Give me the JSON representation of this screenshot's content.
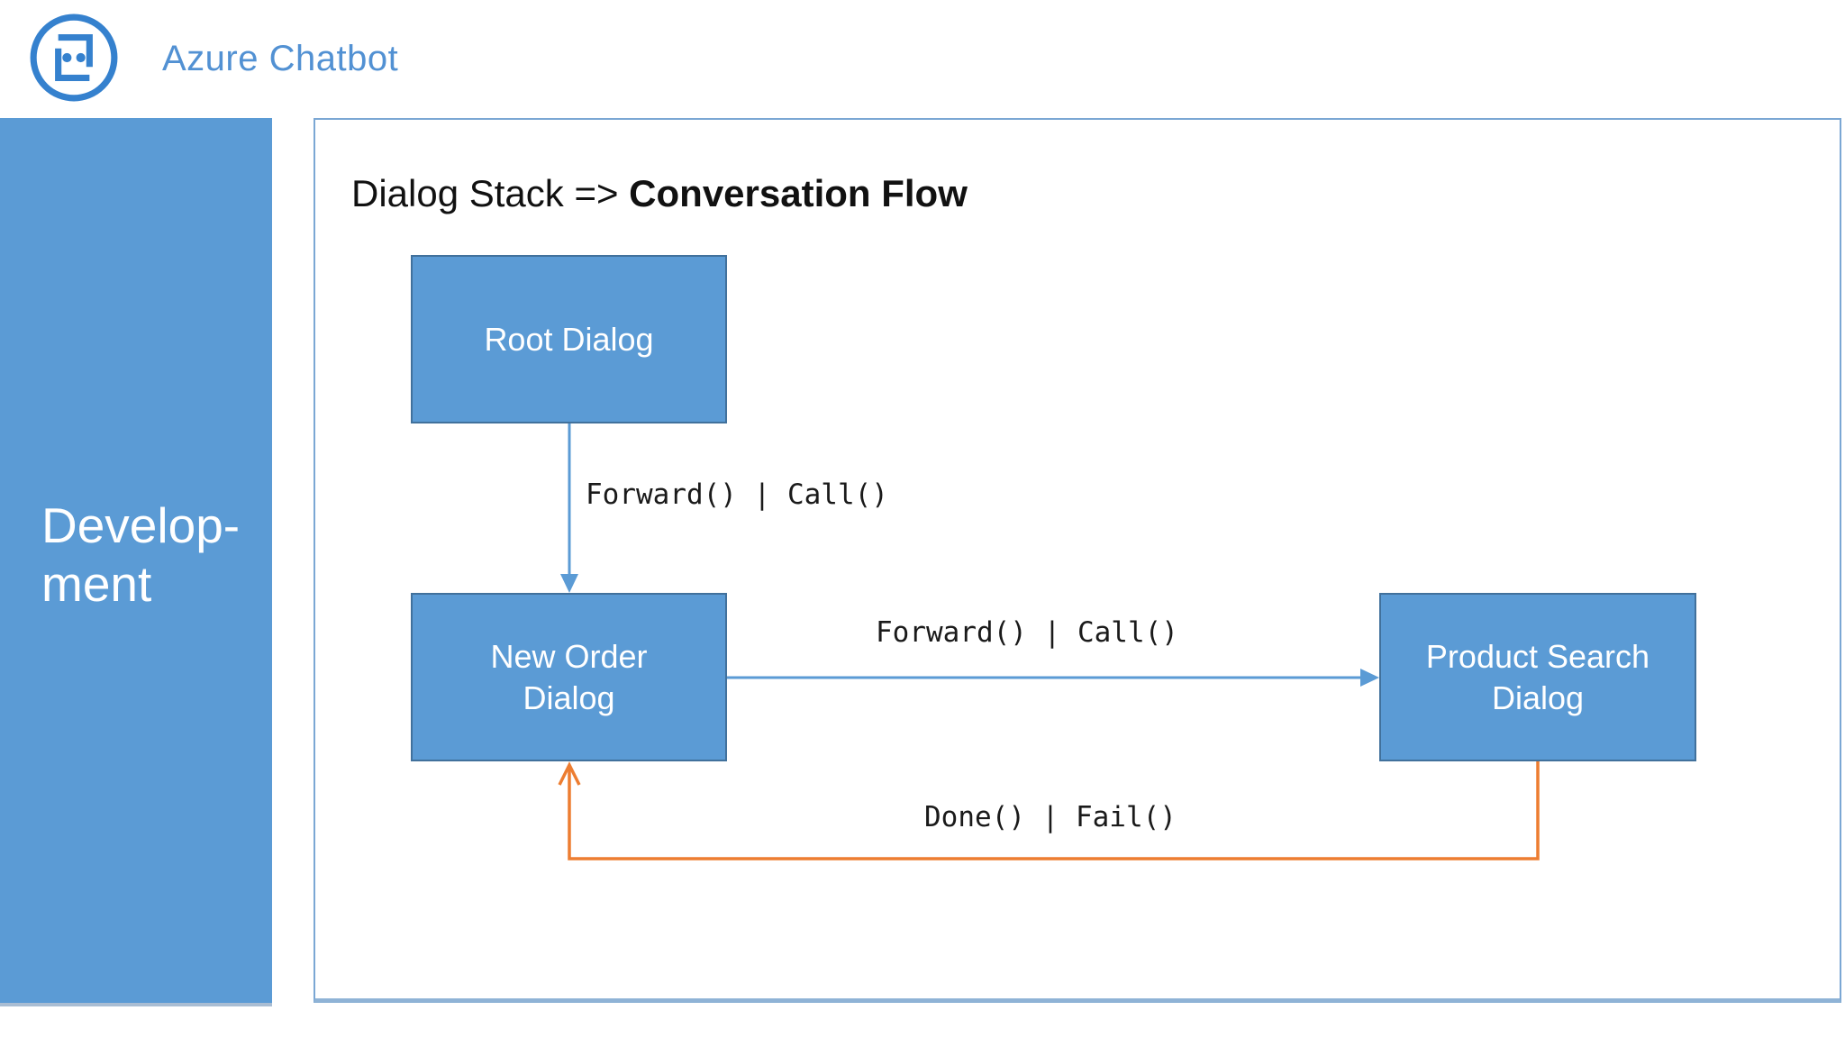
{
  "theme": {
    "accent_blue": "#5B9BD5",
    "node_border": "#41719C",
    "arrow_blue": "#5B9BD5",
    "arrow_orange": "#ED7D31",
    "brand_blue": "#5291D3",
    "logo_blue": "#3581CE",
    "panel_border": "#7BA7D4",
    "panel_bottom_border": "#8FB3D6",
    "title_color": "#111111"
  },
  "header": {
    "brand": "Azure Chatbot",
    "logo_icon": "bot-face-icon"
  },
  "sidebar": {
    "label": "Develop-ment",
    "lines": [
      "Develop-",
      "ment"
    ]
  },
  "diagram": {
    "title_prefix": "Dialog Stack => ",
    "title_emphasis": "Conversation Flow",
    "nodes": [
      {
        "id": "root",
        "label": "Root Dialog"
      },
      {
        "id": "new-order",
        "label": "New Order Dialog"
      },
      {
        "id": "product-search",
        "label": "Product Search Dialog"
      }
    ],
    "edges": [
      {
        "from": "root",
        "to": "new-order",
        "label": "Forward() | Call()",
        "color": "blue"
      },
      {
        "from": "new-order",
        "to": "product-search",
        "label": "Forward() | Call()",
        "color": "blue"
      },
      {
        "from": "product-search",
        "to": "new-order",
        "label": "Done() | Fail()",
        "color": "orange"
      }
    ]
  }
}
